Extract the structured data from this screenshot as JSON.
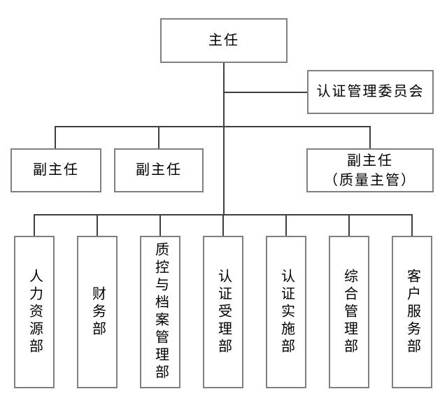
{
  "org_chart": {
    "type": "organization-chart",
    "root": {
      "label": "主任"
    },
    "committee": {
      "label": "认证管理委员会"
    },
    "deputies": [
      {
        "label": "副主任"
      },
      {
        "label": "副主任"
      },
      {
        "label": "副主任",
        "sublabel": "（质量主管）"
      }
    ],
    "departments": [
      {
        "label": "人力资源部"
      },
      {
        "label": "财务部"
      },
      {
        "label": "质控与档案管理部"
      },
      {
        "label": "认证受理部"
      },
      {
        "label": "认证实施部"
      },
      {
        "label": "综合管理部"
      },
      {
        "label": "客户服务部"
      }
    ]
  },
  "colors": {
    "box_border": "#808080",
    "connector": "#3f3f3f",
    "text": "#000000",
    "background": "#ffffff"
  }
}
